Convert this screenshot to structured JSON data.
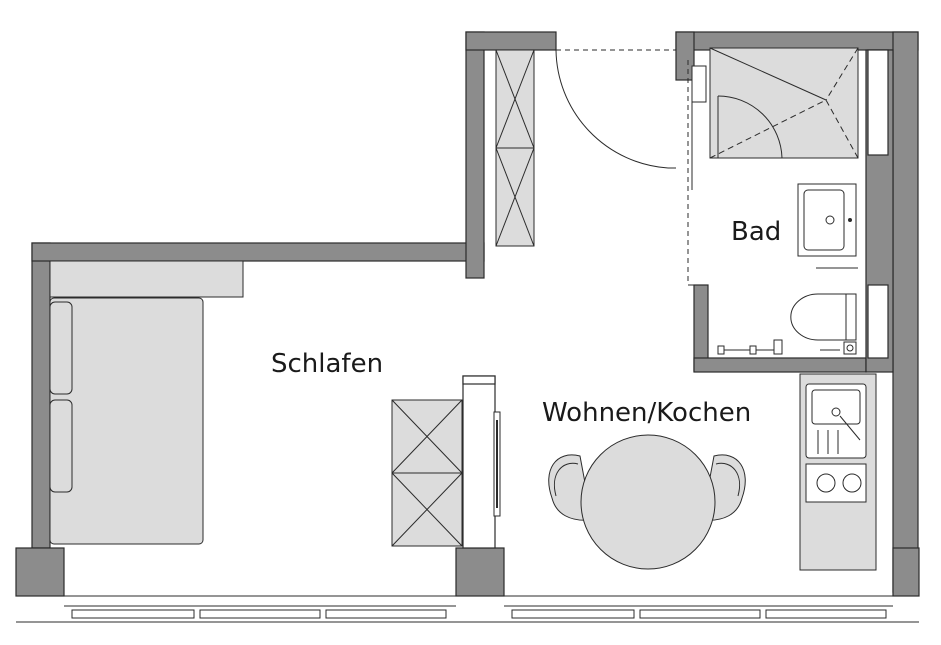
{
  "rooms": {
    "schlafen": "Schlafen",
    "wohnen_kochen": "Wohnen/Kochen",
    "bad": "Bad"
  },
  "colors": {
    "wall": "#8c8c8c",
    "wall_stroke": "#2b2b2b",
    "furniture_fill": "#dcdcdc",
    "line": "#222222",
    "background": "#ffffff"
  }
}
